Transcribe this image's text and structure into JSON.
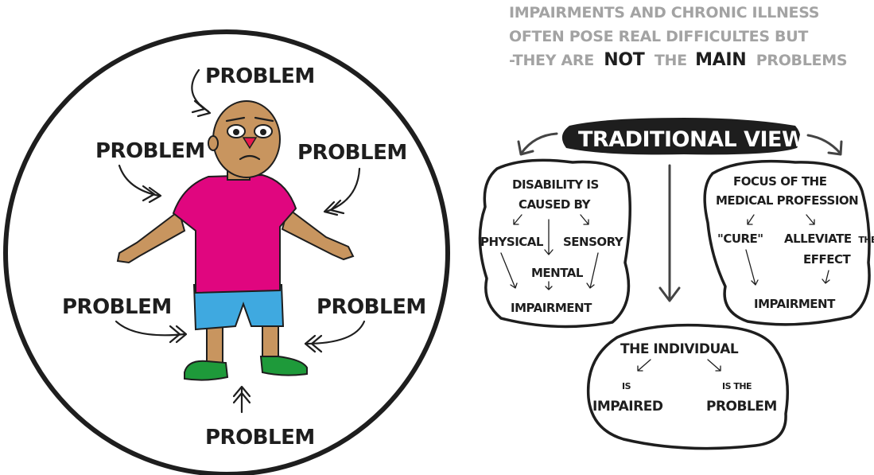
{
  "colors": {
    "outline": "#1e1e1e",
    "intro_text": "#a3a3a3",
    "skin": "#c8955f",
    "shirt": "#e0067f",
    "shorts": "#3fa9e0",
    "shoes": "#1e9a3a",
    "nose": "#e8174d",
    "banner": "#1e1e1e",
    "banner_text": "#ffffff"
  },
  "intro": {
    "line1": "IMPAIRMENTS AND CHRONIC ILLNESS",
    "line2": "OFTEN POSE REAL DIFFICULTES BUT",
    "line3_start": "-THEY ARE",
    "line3_not": "NOT",
    "line3_the": "THE",
    "line3_main": "MAIN",
    "line3_end": "PROBLEMS"
  },
  "circle": {
    "problems": [
      "PROBLEM",
      "PROBLEM",
      "PROBLEM",
      "PROBLEM",
      "PROBLEM",
      "PROBLEM"
    ]
  },
  "banner": {
    "label": "TRADITIONAL VIEW"
  },
  "left_bubble": {
    "title_line1": "DISABILITY IS",
    "title_line2": "CAUSED BY",
    "physical": "PHYSICAL",
    "sensory": "SENSORY",
    "mental": "MENTAL",
    "impairment": "IMPAIRMENT"
  },
  "right_bubble": {
    "title_line1": "FOCUS OF THE",
    "title_line2": "MEDICAL PROFESSION",
    "cure": "\"CURE\"",
    "alleviate": "ALLEVIATE",
    "alleviate_the": "THE",
    "effect": "EFFECT",
    "impairment": "IMPAIRMENT"
  },
  "bottom_bubble": {
    "title": "THE INDIVIDUAL",
    "is_left": "IS",
    "impaired": "IMPAIRED",
    "is_the": "IS THE",
    "problem": "PROBLEM"
  },
  "icons": [
    "person-illustration",
    "arrow-icon"
  ]
}
